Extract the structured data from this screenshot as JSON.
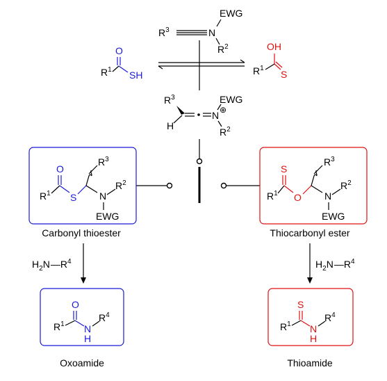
{
  "ynamide": {
    "r3": "R",
    "r3_sup": "3",
    "n": "N",
    "ewg": "EWG",
    "r2": "R",
    "r2_sup": "2"
  },
  "thioacid": {
    "o": "O",
    "r1": "R",
    "r1_sup": "1",
    "sh": "SH"
  },
  "thiotautomer": {
    "oh": "OH",
    "r1": "R",
    "r1_sup": "1",
    "s": "S"
  },
  "ketene": {
    "r3": "R",
    "r3_sup": "3",
    "h": "H",
    "n": "N",
    "charge": "⊕",
    "ewg": "EWG",
    "r2": "R",
    "r2_sup": "2"
  },
  "left_box": {
    "o": "O",
    "r1": "R",
    "r1_sup": "1",
    "s": "S",
    "r3": "R",
    "r3_sup": "3",
    "n": "N",
    "r2": "R",
    "r2_sup": "2",
    "ewg": "EWG",
    "caption": "Carbonyl thioester",
    "color": "#1a1ad6"
  },
  "right_box": {
    "s": "S",
    "r1": "R",
    "r1_sup": "1",
    "o": "O",
    "r3": "R",
    "r3_sup": "3",
    "n": "N",
    "r2": "R",
    "r2_sup": "2",
    "ewg": "EWG",
    "caption": "Thiocarbonyl ester",
    "color": "#e01010"
  },
  "left_reagent": {
    "h": "H",
    "h_sub": "2",
    "n": "N",
    "r4": "R",
    "r4_sup": "4"
  },
  "right_reagent": {
    "h": "H",
    "h_sub": "2",
    "n": "N",
    "r4": "R",
    "r4_sup": "4"
  },
  "oxoamide": {
    "o": "O",
    "r1": "R",
    "r1_sup": "1",
    "n": "N",
    "h": "H",
    "r4": "R",
    "r4_sup": "4",
    "caption": "Oxoamide"
  },
  "thioamide": {
    "s": "S",
    "r1": "R",
    "r1_sup": "1",
    "n": "N",
    "h": "H",
    "r4": "R",
    "r4_sup": "4",
    "caption": "Thioamide"
  }
}
